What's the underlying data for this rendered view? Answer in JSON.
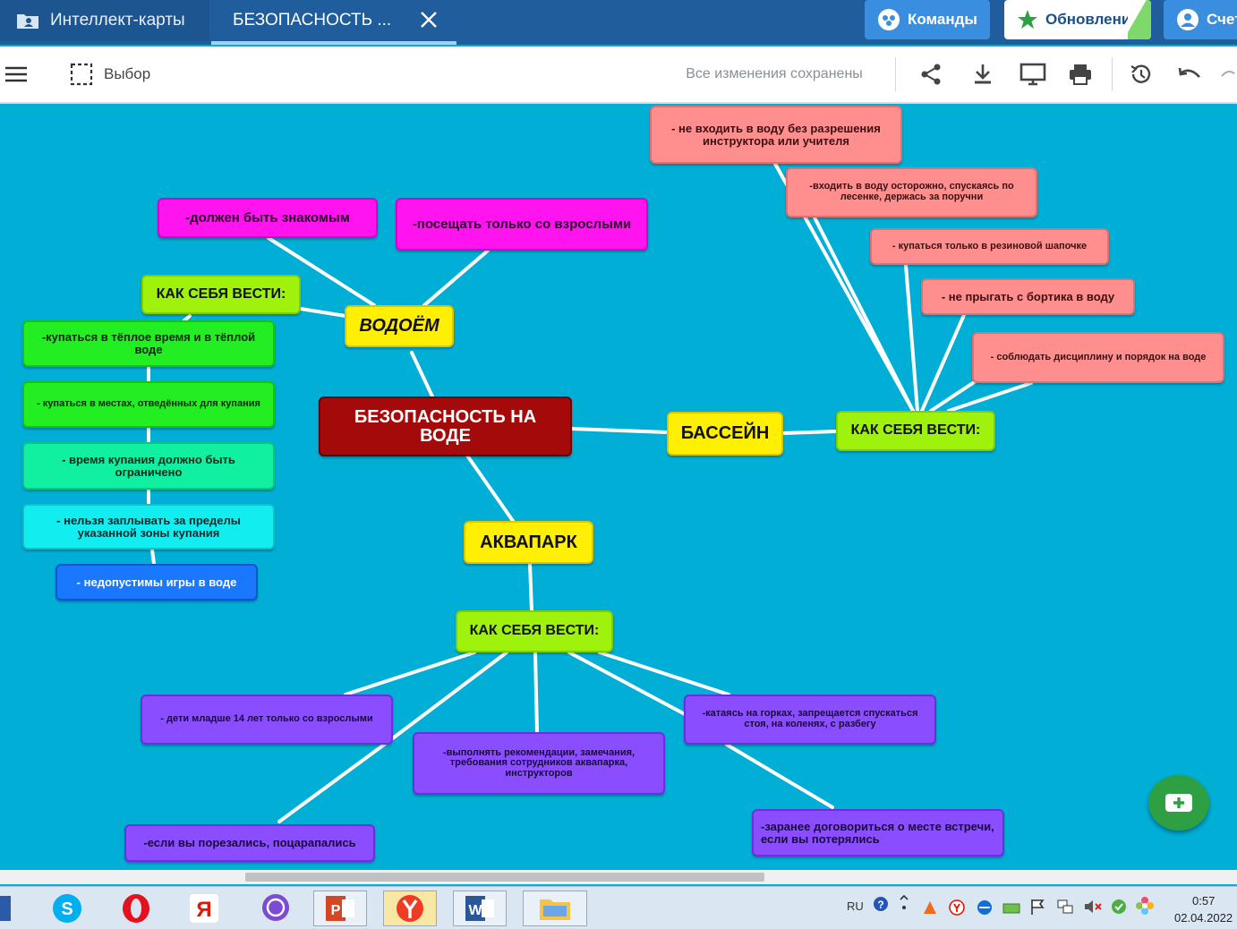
{
  "topbar": {
    "tab_maps_label": "Интеллект-карты",
    "tab_doc_label": "БЕЗОПАСНОСТЬ ...",
    "teams_label": "Команды",
    "update_label": "Обновление",
    "account_label": "Счет"
  },
  "toolbar": {
    "select_label": "Выбор",
    "status": "Все изменения сохранены"
  },
  "mindmap": {
    "root": "БЕЗОПАСНОСТЬ НА ВОДЕ",
    "vodoem": "ВОДОЁМ",
    "bassein": "БАССЕЙН",
    "akvapark": "АКВАПАРК",
    "kak_vodoem": "КАК СЕБЯ ВЕСТИ:",
    "kak_bassein": "КАК СЕБЯ ВЕСТИ:",
    "kak_akvapark": "КАК СЕБЯ ВЕСТИ:",
    "vodoem_znakomym": "-должен быть знакомым",
    "vodoem_vzroslymi": "-посещать только со взрослыми",
    "vodoem_rules": [
      "-купаться в тёплое время и в тёплой воде",
      "- купаться в местах, отведённых для купания",
      "- время купания должно быть ограничено",
      "- нельзя заплывать за пределы указанной зоны купания",
      "- недопустимы игры в воде"
    ],
    "bassein_rules": [
      "- не входить в воду без разрешения инструктора или учителя",
      "-входить в воду осторожно, спускаясь по лесенке, держась за поручни",
      "- купаться только в резиновой шапочке",
      "- не прыгать с бортика в воду",
      "- соблюдать дисциплину и порядок на воде"
    ],
    "akvapark_rules": [
      "- дети младше 14 лет только со взрослыми",
      "-выполнять рекомендации, замечания, требования сотрудников аквапарка, инструкторов",
      "-катаясь на горках, запрещается спускаться стоя, на коленях, с разбегу",
      "-если вы порезались, поцарапались",
      "-заранее договориться о месте встречи, если вы потерялись"
    ]
  },
  "taskbar": {
    "lang": "RU",
    "time": "0:57",
    "date": "02.04.2022"
  },
  "colors": {
    "canvas": "#01aed6",
    "topbar": "#1f5d9c",
    "root": "#a50a0a",
    "yellow": "#ffef00",
    "lime": "#9ef20b"
  }
}
